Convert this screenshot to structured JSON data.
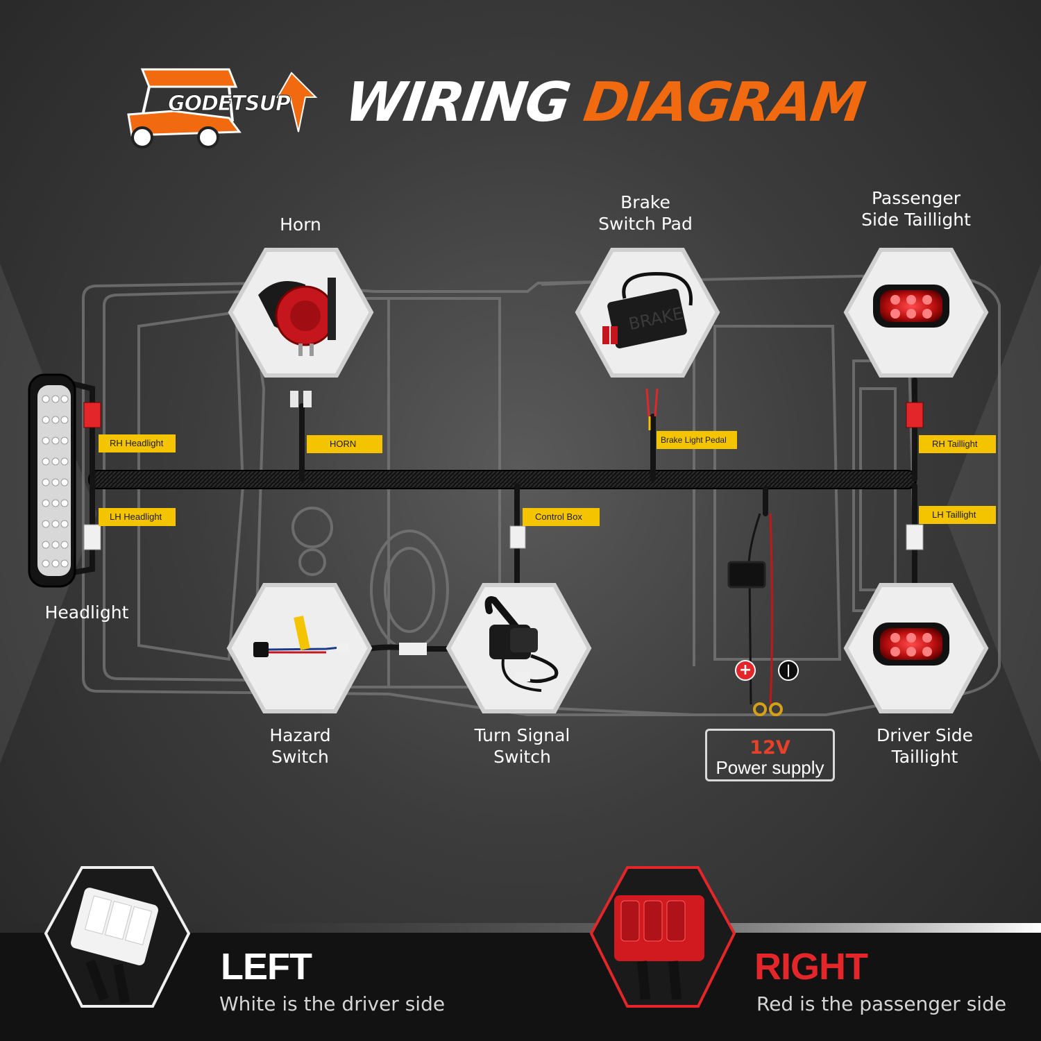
{
  "header": {
    "brand": "GODETSUP",
    "title_white": "WIRING",
    "title_orange": "DIAGRAM"
  },
  "components": {
    "horn": "Horn",
    "brake_pad": [
      "Brake",
      "Switch Pad"
    ],
    "passenger_taillight": [
      "Passenger",
      "Side Taillight"
    ],
    "headlight": "Headlight",
    "hazard": [
      "Hazard",
      "Switch"
    ],
    "turn_signal": [
      "Turn Signal",
      "Switch"
    ],
    "driver_taillight": [
      "Driver Side",
      "Taillight"
    ]
  },
  "tags": {
    "rh_headlight": "RH Headlight",
    "lh_headlight": "LH Headlight",
    "horn": "HORN",
    "control_box": "Control Box",
    "brake_light_pedal": "Brake Light Pedal",
    "rh_taillight": "RH Taillight",
    "lh_taillight": "LH Taillight"
  },
  "power": {
    "voltage": "12V",
    "text": "Power supply"
  },
  "footer": {
    "left_title": "LEFT",
    "left_sub": "White is the driver side",
    "right_title": "RIGHT",
    "right_sub": "Red is the passenger side"
  },
  "colors": {
    "accent_orange": "#f26a10",
    "tag_yellow": "#f5c400",
    "right_red": "#e3262a",
    "background": "#3c3c3c"
  }
}
